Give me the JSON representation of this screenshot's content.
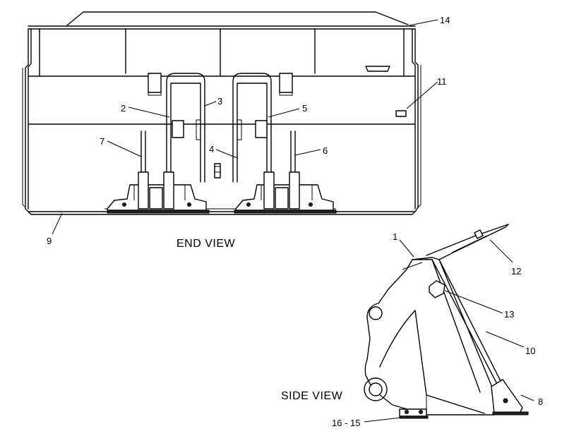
{
  "views": {
    "end": "END VIEW",
    "side": "SIDE VIEW"
  },
  "callouts": {
    "c1": "1",
    "c2": "2",
    "c3": "3",
    "c4": "4",
    "c5": "5",
    "c6": "6",
    "c7": "7",
    "c8": "8",
    "c9": "9",
    "c10": "10",
    "c11": "11",
    "c12": "12",
    "c13": "13",
    "c14": "14",
    "c1516": "16 - 15"
  }
}
